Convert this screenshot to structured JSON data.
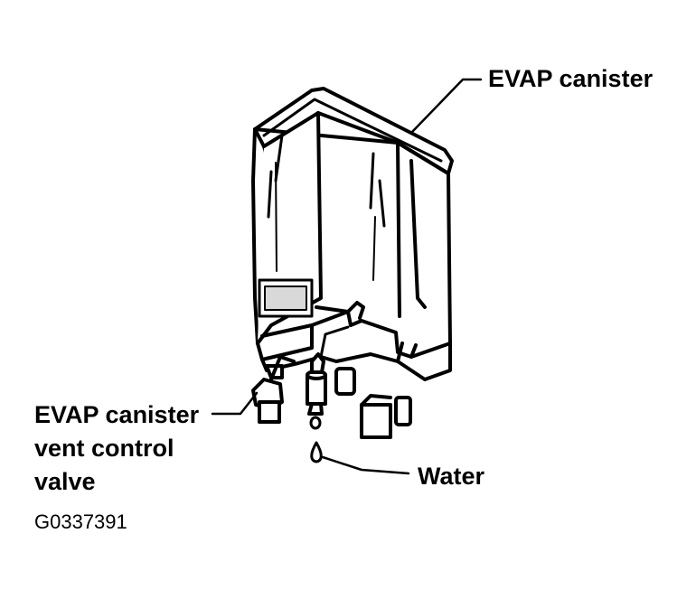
{
  "labels": {
    "evap_canister": "EVAP canister",
    "vent_valve_line1": "EVAP canister",
    "vent_valve_line2": "vent control",
    "vent_valve_line3": "valve",
    "water": "Water"
  },
  "figure_code": "G0337391",
  "colors": {
    "ink": "#000000",
    "paper": "#ffffff",
    "shade": "#d9d9d9"
  }
}
